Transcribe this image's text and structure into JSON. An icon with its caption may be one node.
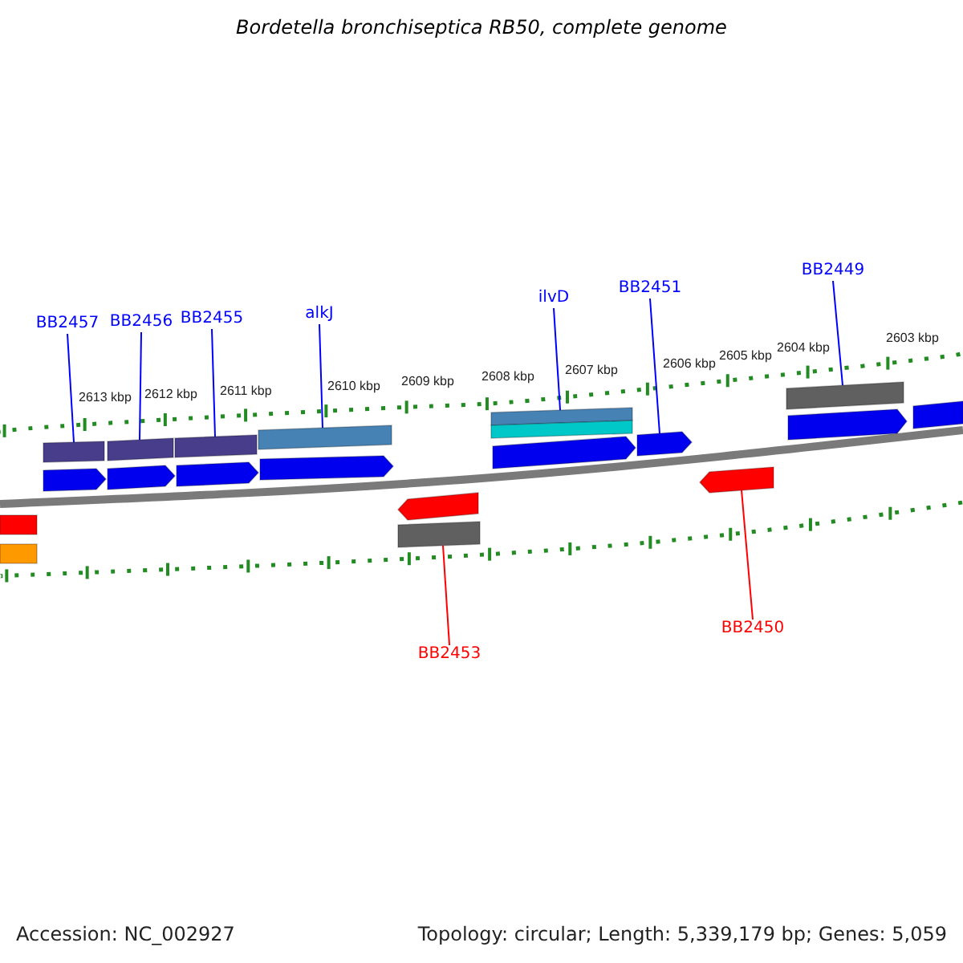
{
  "diagram": {
    "title": "Bordetella bronchiseptica RB50, complete genome",
    "nodes": [
      {
        "text": [
          "BB2457"
        ]
      },
      {
        "text": [
          "BB2456"
        ]
      },
      {
        "text": [
          "BB2455"
        ]
      },
      {
        "text": [
          "alkJ"
        ]
      },
      {
        "text": [
          "ilvD"
        ]
      },
      {
        "text": [
          "BB2451"
        ]
      },
      {
        "text": [
          "BB2449"
        ]
      },
      {
        "text": [
          "BB2453"
        ]
      },
      {
        "text": [
          "BB2450"
        ]
      },
      {
        "text": [],
        "shape": "box"
      },
      {
        "text": [],
        "shape": "box"
      },
      {
        "text": [],
        "shape": "box"
      },
      {
        "text": [],
        "shape": "box"
      },
      {
        "text": [],
        "shape": "box"
      },
      {
        "text": [],
        "shape": "box"
      },
      {
        "text": [],
        "shape": "box"
      },
      {
        "text": [],
        "shape": "pentagon"
      },
      {
        "text": [],
        "shape": "pentagon"
      },
      {
        "text": [],
        "shape": "pentagon"
      },
      {
        "text": [],
        "shape": "pentagon"
      },
      {
        "text": [],
        "shape": "pentagon"
      },
      {
        "text": [],
        "shape": "pentagon"
      },
      {
        "text": [],
        "shape": "pentagon"
      },
      {
        "text": [],
        "shape": "box"
      },
      {
        "text": [],
        "shape": "box"
      },
      {
        "text": [],
        "shape": "pentagon"
      },
      {
        "text": [],
        "shape": "pentagon"
      },
      {
        "text": [],
        "shape": "box"
      },
      {
        "text": [],
        "shape": "box"
      }
    ],
    "edges": [
      {
        "from": 0,
        "to": 9,
        "arrow": "none"
      },
      {
        "from": 1,
        "to": 10,
        "arrow": "none"
      },
      {
        "from": 2,
        "to": 11,
        "arrow": "none"
      },
      {
        "from": 3,
        "to": 12,
        "arrow": "none"
      },
      {
        "from": 4,
        "to": 13,
        "arrow": "none"
      },
      {
        "from": 5,
        "to": 21,
        "arrow": "none"
      },
      {
        "from": 6,
        "to": 15,
        "arrow": "none"
      },
      {
        "from": 7,
        "to": 27,
        "arrow": "none",
        "color": "#ff0000"
      },
      {
        "from": 8,
        "to": 26,
        "arrow": "none",
        "color": "#ff0000"
      }
    ],
    "labels": [
      "2613 kbp",
      "2612 kbp",
      "2611 kbp",
      "2610 kbp",
      "2609 kbp",
      "2608 kbp",
      "2607 kbp",
      "2606 kbp",
      "2605 kbp",
      "2604 kbp",
      "2603 kbp",
      "Accession: NC_002927",
      "Topology: circular; Length: 5,339,179 bp; Genes: 5,059"
    ]
  }
}
